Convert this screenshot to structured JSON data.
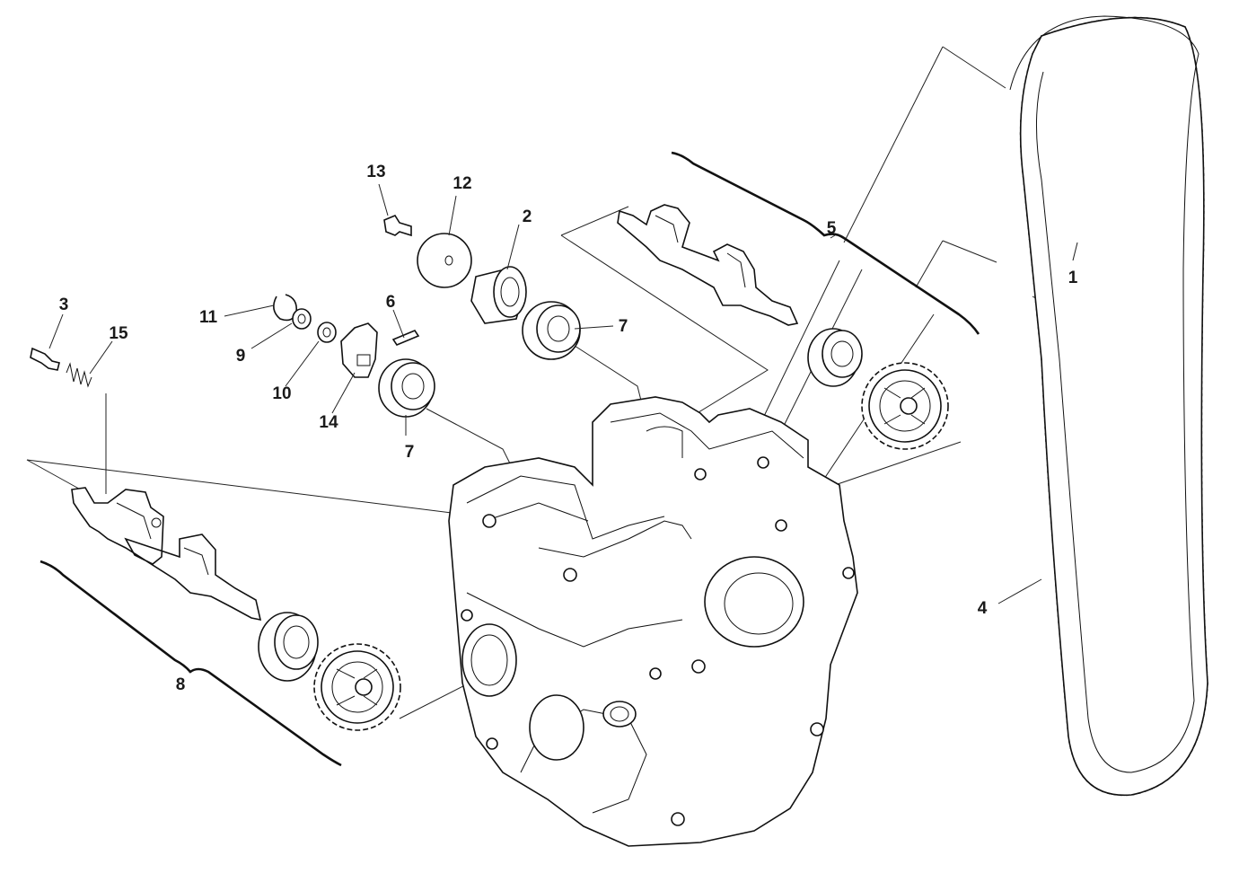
{
  "callouts": {
    "c1": "1",
    "c2": "2",
    "c3": "3",
    "c4": "4",
    "c5": "5",
    "c6": "6",
    "c7a": "7",
    "c7b": "7",
    "c8": "8",
    "c9": "9",
    "c10": "10",
    "c11": "11",
    "c12": "12",
    "c13": "13",
    "c14": "14",
    "c15": "15"
  }
}
